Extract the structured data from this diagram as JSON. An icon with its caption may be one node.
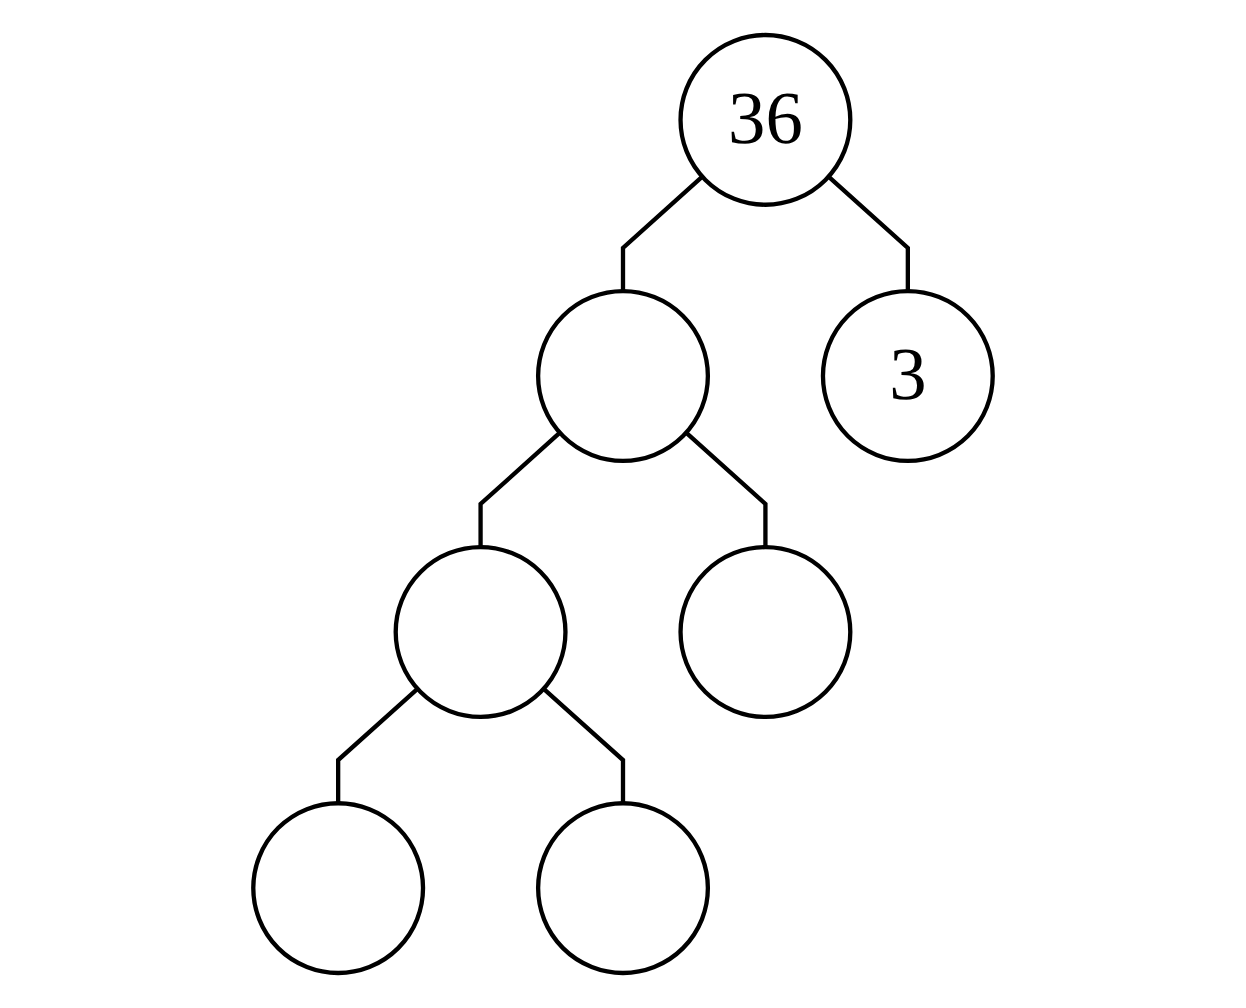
{
  "diagram": {
    "nodes": [
      {
        "text": [
          "36"
        ]
      },
      {
        "text": [],
        "shape": "circle"
      },
      {
        "text": [
          "3"
        ]
      },
      {
        "text": [],
        "shape": "circle"
      },
      {
        "text": [],
        "shape": "circle"
      },
      {
        "text": [],
        "shape": "circle"
      },
      {
        "text": [],
        "shape": "circle"
      }
    ],
    "edges": [
      {
        "from": 0,
        "to": 1,
        "arrow": "none"
      },
      {
        "from": 0,
        "to": 2,
        "arrow": "none"
      },
      {
        "from": 1,
        "to": 3,
        "arrow": "none"
      },
      {
        "from": 1,
        "to": 4,
        "arrow": "none"
      },
      {
        "from": 3,
        "to": 5,
        "arrow": "none"
      },
      {
        "from": 3,
        "to": 6,
        "arrow": "none"
      }
    ]
  }
}
